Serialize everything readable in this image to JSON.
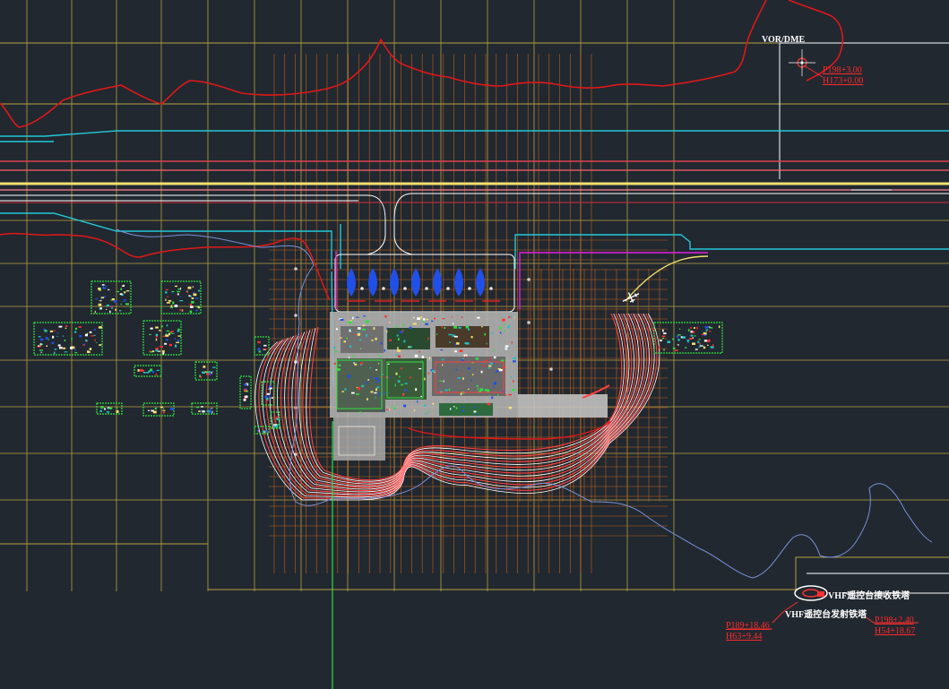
{
  "labels": {
    "vor_dme": "VOR/DME",
    "vor_coord_p": "P198+3.00",
    "vor_coord_h": "H173+0.00",
    "vhf_rx_tower": "VHF遥控台接收铁塔",
    "vhf_tx_tower": "VHF遥控台发射铁塔",
    "tx_coord_p": "P189+18.46",
    "tx_coord_h": "H63+9.44",
    "rx_coord_p": "P198+2.40",
    "rx_coord_h": "H54+18.67"
  },
  "colors": {
    "background": "#212830",
    "grid": "#b8a040",
    "contour": "#e01818",
    "taxiway": "#ffffff",
    "cyan_line": "#22c8d8",
    "runway_yellow": "#f4e070",
    "earthwork_grid": "#c26018",
    "embankment": "#ff4040",
    "building_green": "#30e040",
    "magenta": "#e020e0",
    "river_blue": "#7890d8"
  },
  "icons": {
    "vor_marker": "vor-station-icon",
    "aircraft": "aircraft-icon",
    "antenna": "antenna-tower-icon"
  }
}
